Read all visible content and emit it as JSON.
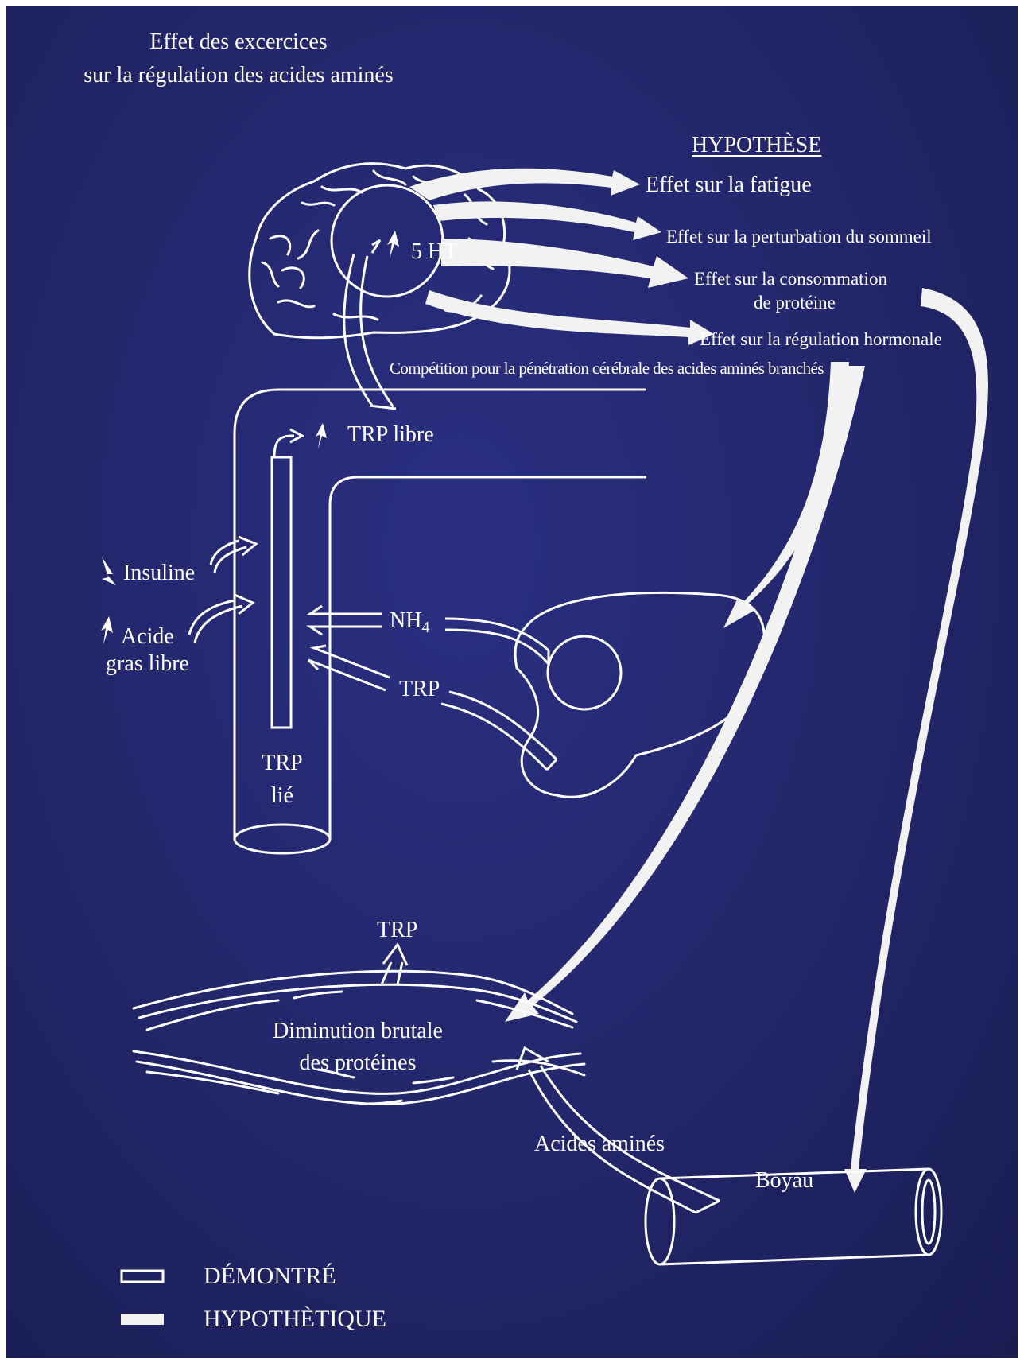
{
  "title": {
    "line1": "Effet des excercices",
    "line2": "sur la régulation des acides aminés"
  },
  "hypothesis_heading": "HYPOTHÈSE",
  "effects": [
    "Effet sur la fatigue",
    "Effet sur la perturbation du sommeil",
    "Effet sur la consommation",
    "de protéine",
    "Effet sur la régulation hormonale"
  ],
  "brain": {
    "serotonin_label": "5 HT",
    "serotonin_trend": "up"
  },
  "competition_label": "Compétition pour la pénétration cérébrale des acides aminés branchés",
  "blood_vessel": {
    "free_trp": "TRP libre",
    "free_trp_trend": "up",
    "bound_trp_line1": "TRP",
    "bound_trp_line2": "lié"
  },
  "factors": {
    "insulin": "Insuline",
    "insulin_trend": "down",
    "ffa_line1": "Acide",
    "ffa_line2": "gras libre",
    "ffa_trend": "up"
  },
  "liver": {
    "nh4_base": "NH",
    "nh4_sub": "4",
    "trp": "TRP"
  },
  "muscle": {
    "trp": "TRP",
    "line1": "Diminution brutale",
    "line2": "des protéines",
    "amino_acids": "Acides aminés"
  },
  "gut": {
    "label": "Boyau"
  },
  "legend": {
    "demonstrated": "DÉMONTRÉ",
    "hypothetical": "HYPOTHÈTIQUE"
  },
  "colors": {
    "background": "#222669",
    "line": "#ffffff",
    "hypothetical_fill": "#f2f2f2"
  }
}
